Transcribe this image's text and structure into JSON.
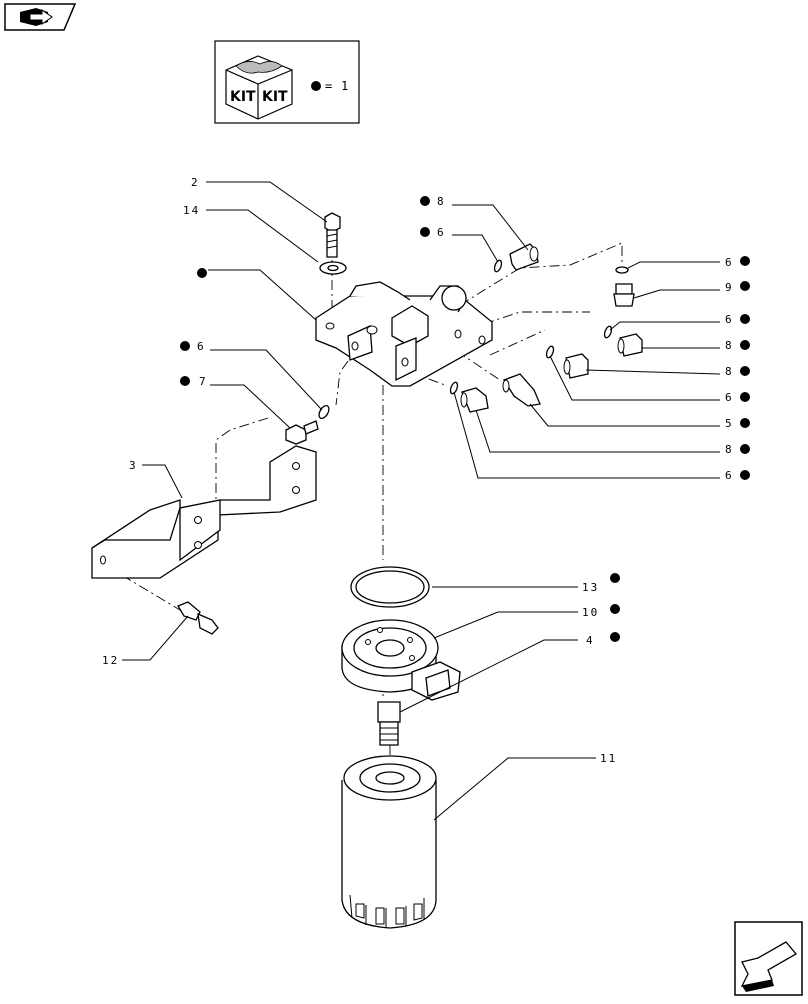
{
  "legend": {
    "equals": "=",
    "kit_number": "1",
    "kit_label_a": "KIT",
    "kit_label_b": "KIT"
  },
  "callouts": [
    {
      "id": "c-2",
      "label": "2",
      "dot": false
    },
    {
      "id": "c-14",
      "label": "14",
      "dot": false
    },
    {
      "id": "c-8-top",
      "label": "8",
      "dot": true
    },
    {
      "id": "c-6-top",
      "label": "6",
      "dot": true
    },
    {
      "id": "c-6-left",
      "label": "6",
      "dot": true
    },
    {
      "id": "c-7",
      "label": "7",
      "dot": true
    },
    {
      "id": "c-3",
      "label": "3",
      "dot": false
    },
    {
      "id": "c-12",
      "label": "12",
      "dot": false
    },
    {
      "id": "c-6-r1",
      "label": "6",
      "dot": true
    },
    {
      "id": "c-9",
      "label": "9",
      "dot": true
    },
    {
      "id": "c-6-r2",
      "label": "6",
      "dot": true
    },
    {
      "id": "c-8-r1",
      "label": "8",
      "dot": true
    },
    {
      "id": "c-8-r2",
      "label": "8",
      "dot": true
    },
    {
      "id": "c-6-r3",
      "label": "6",
      "dot": true
    },
    {
      "id": "c-5",
      "label": "5",
      "dot": true
    },
    {
      "id": "c-8-r3",
      "label": "8",
      "dot": true
    },
    {
      "id": "c-6-r4",
      "label": "6",
      "dot": true
    },
    {
      "id": "c-13",
      "label": "13",
      "dot": true
    },
    {
      "id": "c-10",
      "label": "10",
      "dot": true
    },
    {
      "id": "c-4",
      "label": "4",
      "dot": true
    },
    {
      "id": "c-11",
      "label": "11",
      "dot": false
    }
  ]
}
